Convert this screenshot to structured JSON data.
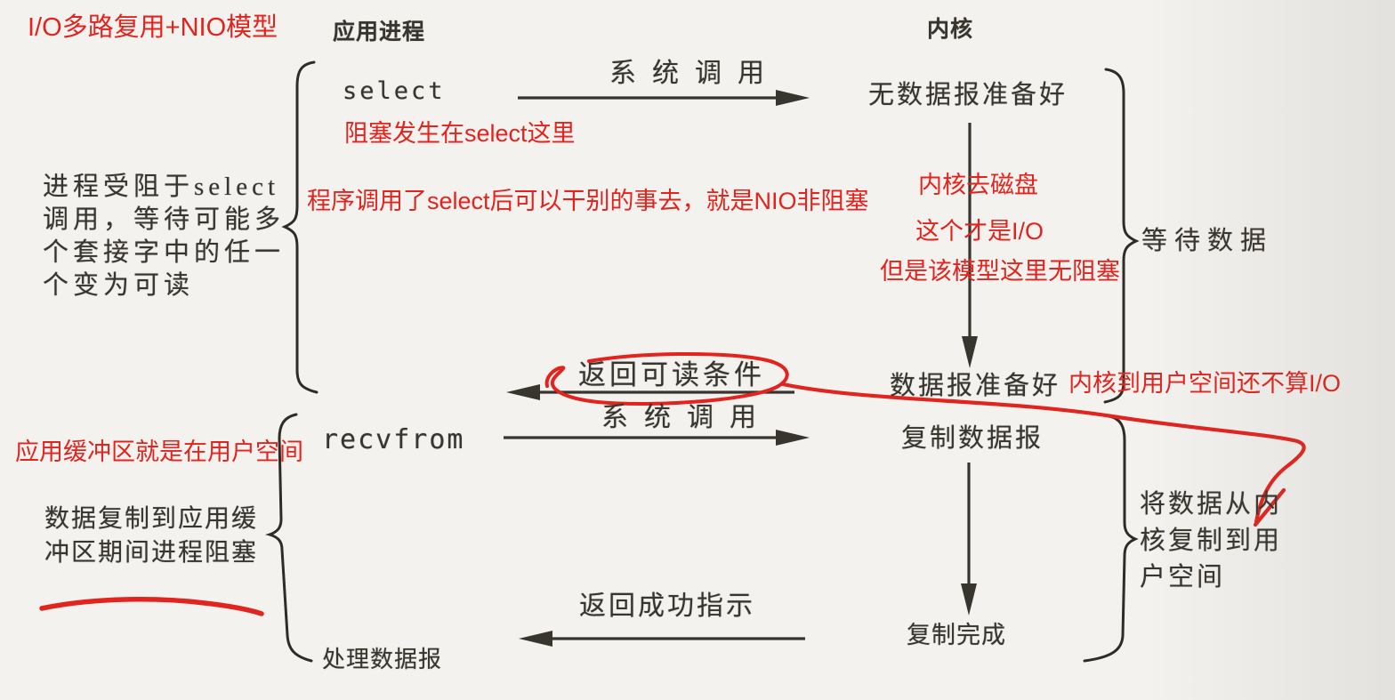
{
  "colors": {
    "annotation_red": "#e3231d",
    "ink": "#38342e",
    "background": "#f3f2ef"
  },
  "headers": {
    "app_process": "应用进程",
    "kernel": "内核"
  },
  "app_column": {
    "select_call": "select",
    "recvfrom_call": "recvfrom",
    "process_datagram": "处理数据报"
  },
  "kernel_column": {
    "no_datagram_ready": "无数据报准备好",
    "datagram_ready": "数据报准备好",
    "copy_datagram": "复制数据报",
    "copy_complete": "复制完成"
  },
  "arrow_labels": {
    "syscall_top": "系统调用",
    "return_readable": "返回可读条件",
    "syscall_mid": "系统调用",
    "return_success": "返回成功指示"
  },
  "side_notes": {
    "select_wait_lines": [
      "进程受阻于select",
      "调用，等待可能多",
      "个套接字中的任一",
      "个变为可读"
    ],
    "copy_block_lines": [
      "数据复制到应用缓",
      "冲区期间进程阻塞"
    ],
    "wait_data": "等待数据",
    "copy_to_user_lines": [
      "将数据从内",
      "核复制到用",
      "户空间"
    ]
  },
  "red_annotations": {
    "title": "I/O多路复用+NIO模型",
    "block_at_select": "阻塞发生在select这里",
    "nio_nonblocking": "程序调用了select后可以干别的事去，就是NIO非阻塞",
    "kernel_to_disk": "内核去磁盘",
    "this_is_io": "这个才是I/O",
    "model_no_block": "但是该模型这里无阻塞",
    "kernel_to_user_not_io": "内核到用户空间还不算I/O",
    "buffer_in_user_space": "应用缓冲区就是在用户空间"
  }
}
